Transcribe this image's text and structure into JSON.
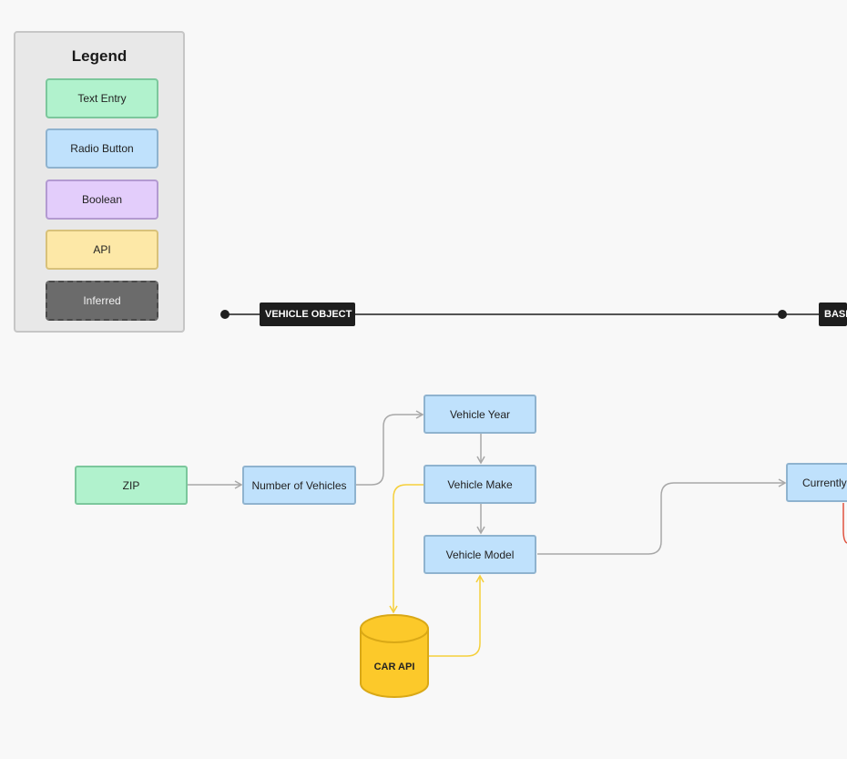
{
  "legend": {
    "title": "Legend",
    "items": [
      {
        "label": "Text Entry",
        "color": "#b1f2cd"
      },
      {
        "label": "Radio Button",
        "color": "#bfe1fc"
      },
      {
        "label": "Boolean",
        "color": "#e3cdfb"
      },
      {
        "label": "API",
        "color": "#fde8a7"
      },
      {
        "label": "Inferred",
        "color": "#6b6b6b"
      }
    ]
  },
  "sections": {
    "vehicle_object": "VEHICLE OBJECT",
    "basic_partial": "BASI"
  },
  "nodes": {
    "zip": "ZIP",
    "number_of_vehicles": "Number of Vehicles",
    "vehicle_year": "Vehicle Year",
    "vehicle_make": "Vehicle Make",
    "vehicle_model": "Vehicle Model",
    "currently_partial": "Currently",
    "car_api": "CAR API"
  },
  "colors": {
    "edge_gray": "#a8a8a8",
    "edge_yellow": "#f5cf3a",
    "edge_red": "#e0533f",
    "db_fill": "#fcc92a",
    "db_stroke": "#d9a816"
  }
}
